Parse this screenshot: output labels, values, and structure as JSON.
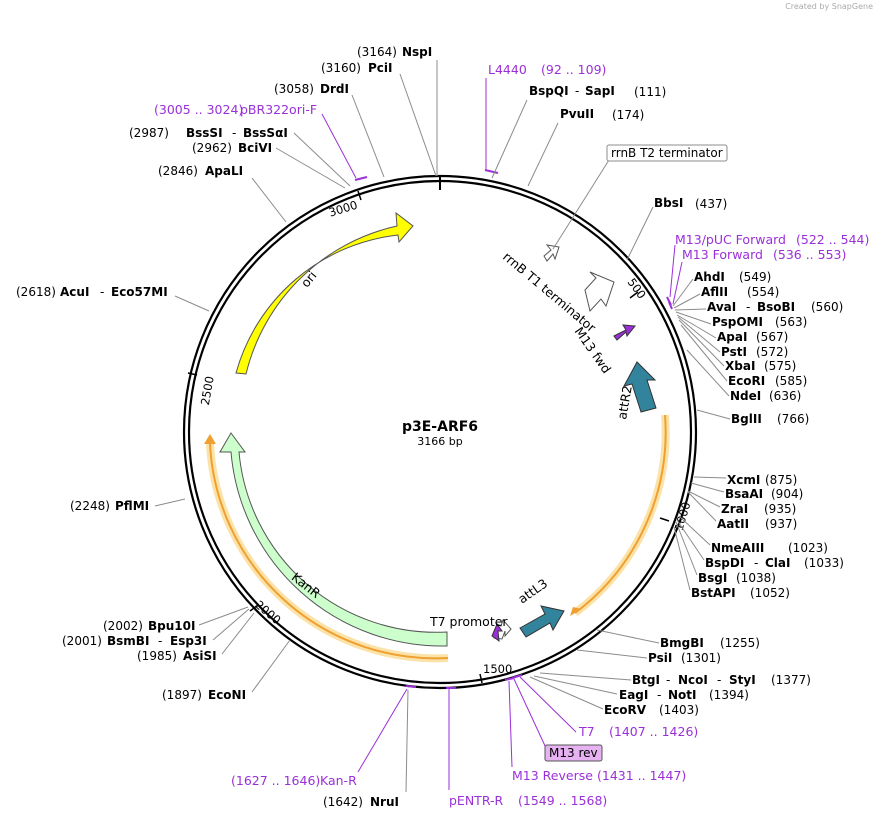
{
  "watermark": {
    "prefix": "Created by",
    "brand": "SnapGene"
  },
  "plasmid": {
    "name": "p3E-ARF6",
    "length_label": "3166 bp"
  },
  "ruler_ticks": [
    "500",
    "1000",
    "1500",
    "2000",
    "2500",
    "3000"
  ],
  "enzymes": [
    {
      "name": "NspI",
      "pos": "(3164)"
    },
    {
      "name": "PciI",
      "pos": "(3160)"
    },
    {
      "name": "DrdI",
      "pos": "(3058)"
    },
    {
      "name": "BssSI",
      "name2": "BssSαI",
      "pos": "(2987)"
    },
    {
      "name": "BciVI",
      "pos": "(2962)"
    },
    {
      "name": "ApaLI",
      "pos": "(2846)"
    },
    {
      "name": "AcuI",
      "name2": "Eco57MI",
      "pos": "(2618)"
    },
    {
      "name": "PflMI",
      "pos": "(2248)"
    },
    {
      "name": "Bpu10I",
      "pos": "(2002)"
    },
    {
      "name": "BsmBI",
      "name2": "Esp3I",
      "pos": "(2001)"
    },
    {
      "name": "AsiSI",
      "pos": "(1985)"
    },
    {
      "name": "EcoNI",
      "pos": "(1897)"
    },
    {
      "name": "NruI",
      "pos": "(1642)"
    },
    {
      "name": "BspQI",
      "name2": "SapI",
      "pos": "(111)"
    },
    {
      "name": "PvuII",
      "pos": "(174)"
    },
    {
      "name": "BbsI",
      "pos": "(437)"
    },
    {
      "name": "AhdI",
      "pos": "(549)"
    },
    {
      "name": "AflII",
      "pos": "(554)"
    },
    {
      "name": "AvaI",
      "name2": "BsoBI",
      "pos": "(560)"
    },
    {
      "name": "PspOMI",
      "pos": "(563)"
    },
    {
      "name": "ApaI",
      "pos": "(567)"
    },
    {
      "name": "PstI",
      "pos": "(572)"
    },
    {
      "name": "XbaI",
      "pos": "(575)"
    },
    {
      "name": "EcoRI",
      "pos": "(585)"
    },
    {
      "name": "NdeI",
      "pos": "(636)"
    },
    {
      "name": "BglII",
      "pos": "(766)"
    },
    {
      "name": "XcmI",
      "pos": "(875)"
    },
    {
      "name": "BsaAI",
      "pos": "(904)"
    },
    {
      "name": "ZraI",
      "pos": "(935)"
    },
    {
      "name": "AatII",
      "pos": "(937)"
    },
    {
      "name": "NmeAIII",
      "pos": "(1023)"
    },
    {
      "name": "BspDI",
      "name2": "ClaI",
      "pos": "(1033)"
    },
    {
      "name": "BsgI",
      "pos": "(1038)"
    },
    {
      "name": "BstAPI",
      "pos": "(1052)"
    },
    {
      "name": "BmgBI",
      "pos": "(1255)"
    },
    {
      "name": "PsiI",
      "pos": "(1301)"
    },
    {
      "name": "BtgI",
      "name2": "NcoI",
      "name3": "StyI",
      "pos": "(1377)"
    },
    {
      "name": "EagI",
      "name2": "NotI",
      "pos": "(1394)"
    },
    {
      "name": "EcoRV",
      "pos": "(1403)"
    }
  ],
  "primers": [
    {
      "name": "L4440",
      "range": "(92 .. 109)"
    },
    {
      "name": "pBR322ori-F",
      "range": "(3005 .. 3024)"
    },
    {
      "name": "M13/pUC Forward",
      "range": "(522 .. 544)"
    },
    {
      "name": "M13 Forward",
      "range": "(536 .. 553)"
    },
    {
      "name": "T7",
      "range": "(1407 .. 1426)"
    },
    {
      "name": "M13 rev"
    },
    {
      "name": "M13 Reverse",
      "range": "(1431 .. 1447)"
    },
    {
      "name": "pENTR-R",
      "range": "(1549 .. 1568)"
    },
    {
      "name": "Kan-R",
      "range": "(1627 .. 1646)"
    }
  ],
  "features": [
    {
      "name": "ori",
      "color": "#ffff00"
    },
    {
      "name": "KanR",
      "color": "#ccffcc"
    },
    {
      "name": "attR2",
      "color": "#31849b"
    },
    {
      "name": "attL3",
      "color": "#31849b"
    },
    {
      "name": "rrnB T1 terminator",
      "color": "#ffffff"
    },
    {
      "name": "rrnB T2 terminator",
      "color": "#ffffff"
    },
    {
      "name": "M13 fwd",
      "color": "#9b30d9"
    },
    {
      "name": "T7 promoter",
      "color": "#ffffff"
    }
  ],
  "colors": {
    "primer": "#9b30d9",
    "orf": "#f0a030",
    "orf_glow": "#fbe2a8",
    "backbone": "#000000"
  }
}
